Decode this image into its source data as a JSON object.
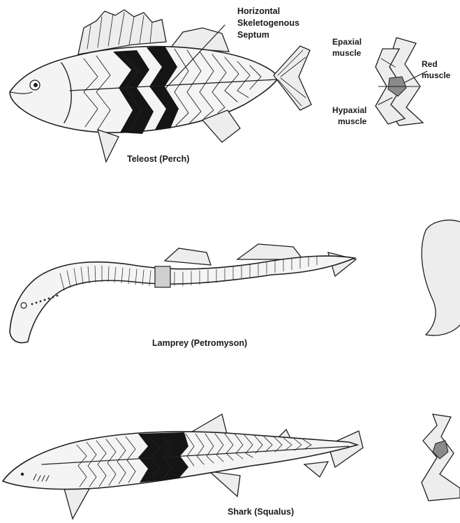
{
  "panels": {
    "perch": {
      "name": "Teleost (Perch)",
      "septum_label": [
        "Horizontal",
        "Skeletogenous",
        "Septum"
      ]
    },
    "perch_section": {
      "epaxial_label": [
        "Epaxial",
        "muscle"
      ],
      "red_label": [
        "Red",
        "muscle"
      ],
      "hypaxial_label": [
        "Hypaxial",
        "muscle"
      ]
    },
    "lamprey": {
      "name": "Lamprey (Petromyson)"
    },
    "shark": {
      "name": "Shark (Squalus)"
    }
  },
  "colors": {
    "ink": "#1f1f1f",
    "red_muscle": "#8a8a8a",
    "dark_myomere": "#151515"
  }
}
